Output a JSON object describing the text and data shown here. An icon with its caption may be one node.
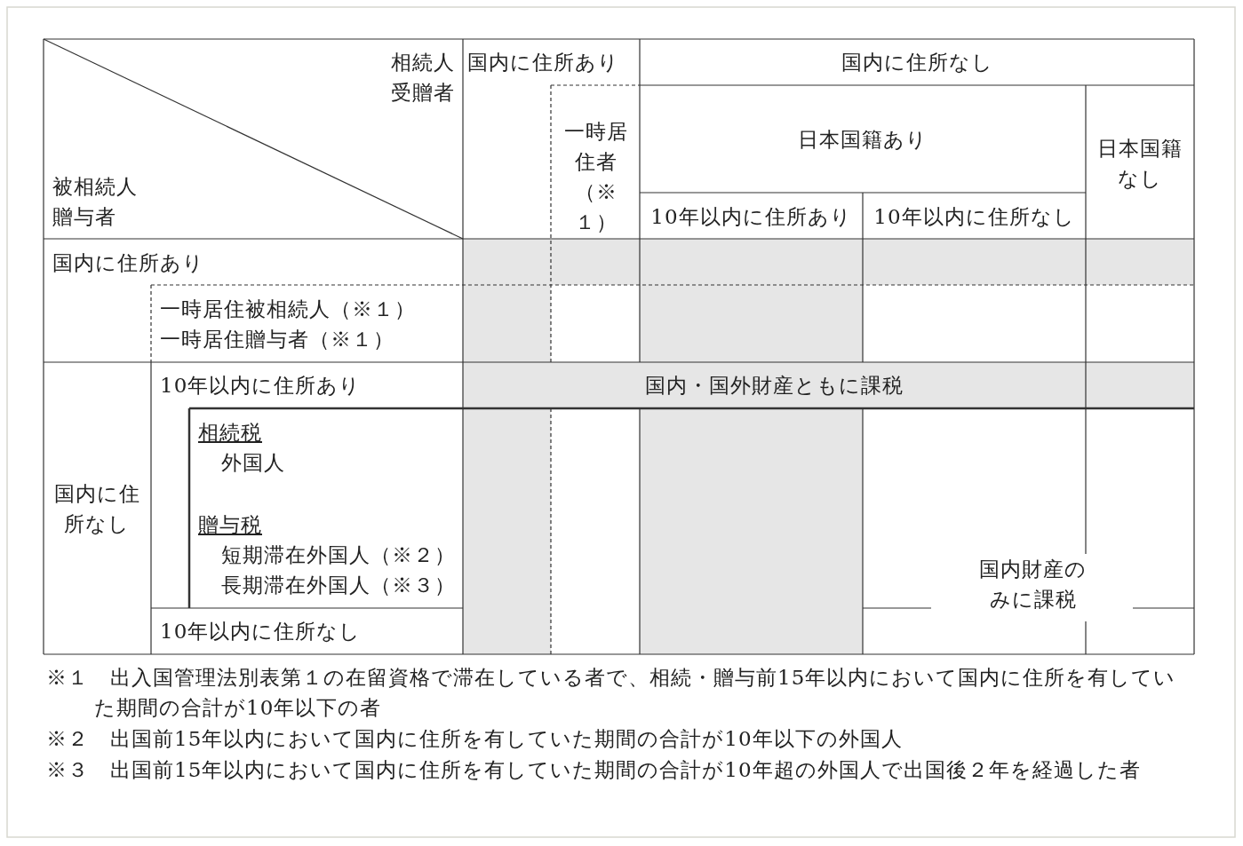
{
  "diagram": {
    "labels": [
      "相続人",
      "受贈者",
      "国内に住所あり",
      "国内に住所なし",
      "一時居住者（※１）",
      "日本国籍あり",
      "日本国籍なし",
      "被相続人",
      "贈与者",
      "10年以内に住所あり",
      "10年以内に住所なし",
      "国内に住所あり",
      "一時居住被相続人（※１）",
      "一時居住贈与者（※１）",
      "国内に住所なし",
      "10年以内に住所あり",
      "国内・国外財産ともに課税",
      "相続税",
      "外国人",
      "贈与税",
      "短期滞在外国人（※２）",
      "長期滞在外国人（※３）",
      "国内財産のみに課税",
      "10年以内に住所なし",
      "※１　出入国管理法別表第１の在留資格で滞在している者で、相続・贈与前15年以内において国内に住所を有していた期間の合計が10年以下の者",
      "※２　出国前15年以内において国内に住所を有していた期間の合計が10年以下の外国人",
      "※３　出国前15年以内において国内に住所を有していた期間の合計が10年超の外国人で出国後２年を経過した者"
    ]
  }
}
